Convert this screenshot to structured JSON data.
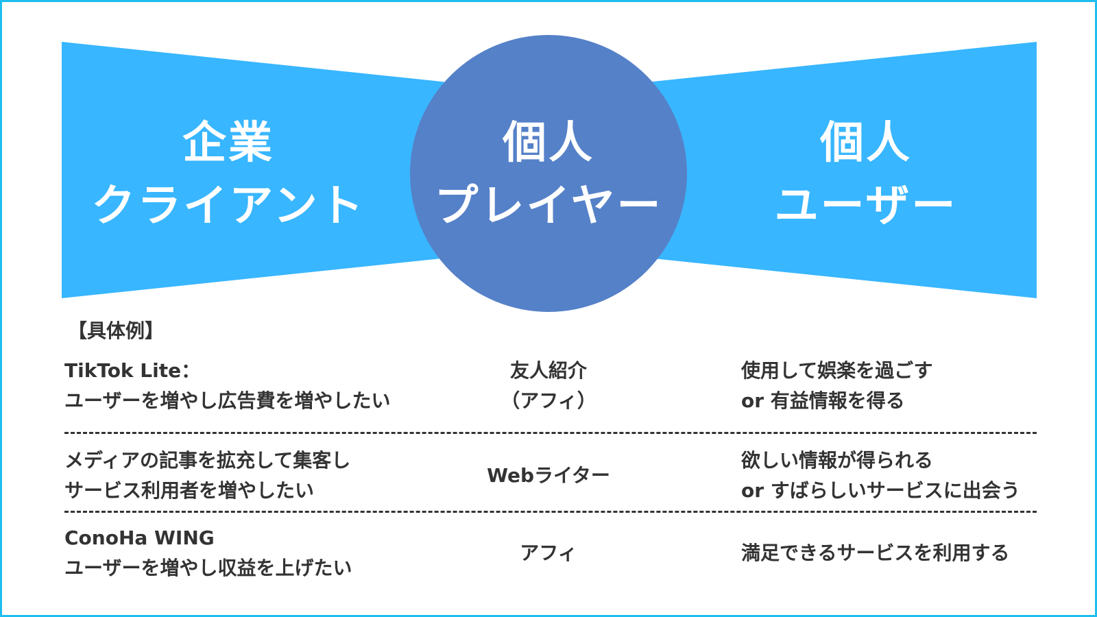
{
  "colors": {
    "frame": "#1fbdf0",
    "side_panels": "#38b6ff",
    "center_circle": "#5581c8",
    "text_dark": "#333333",
    "text_light": "#ffffff"
  },
  "diagram": {
    "left": {
      "line1": "企業",
      "line2": "クライアント"
    },
    "center": {
      "line1": "個人",
      "line2": "プレイヤー"
    },
    "right": {
      "line1": "個人",
      "line2": "ユーザー"
    }
  },
  "examples": {
    "heading": "【具体例】",
    "divider": "----------",
    "rows": [
      {
        "client": [
          "TikTok Lite：",
          "ユーザーを増やし広告費を増やしたい"
        ],
        "player": [
          "友人紹介",
          "（アフィ）"
        ],
        "user": [
          "使用して娯楽を過ごす",
          "or 有益情報を得る"
        ]
      },
      {
        "client": [
          "メディアの記事を拡充して集客し",
          "サービス利用者を増やしたい"
        ],
        "player": [
          "Webライター"
        ],
        "user": [
          "欲しい情報が得られる",
          "or すばらしいサービスに出会う"
        ]
      },
      {
        "client": [
          "ConoHa WING",
          "ユーザーを増やし収益を上げたい"
        ],
        "player": [
          "アフィ"
        ],
        "user": [
          "満足できるサービスを利用する"
        ]
      }
    ]
  }
}
